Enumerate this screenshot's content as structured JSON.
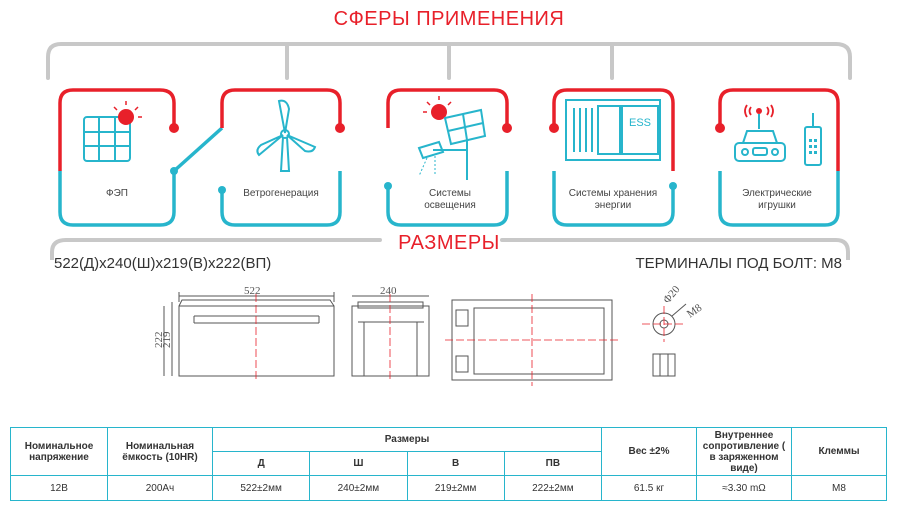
{
  "applications": {
    "title": "СФЕРЫ ПРИМЕНЕНИЯ",
    "items": [
      {
        "label": "ФЭП",
        "icon": "solar-panel-icon"
      },
      {
        "label": "Ветрогенерация",
        "icon": "wind-turbine-icon"
      },
      {
        "label": "Системы освещения",
        "icon": "solar-street-light-icon"
      },
      {
        "label": "Системы хранения энергии",
        "icon": "energy-storage-icon",
        "badge": "ESS"
      },
      {
        "label": "Электрические игрушки",
        "icon": "rc-toy-car-icon"
      }
    ]
  },
  "dimensions": {
    "title": "РАЗМЕРЫ",
    "size_text": "522(Д)x240(Ш)x219(В)x222(ВП)",
    "terminal_text": "ТЕРМИНАЛЫ ПОД БОЛТ: M8",
    "drawing": {
      "length": "522",
      "width": "240",
      "height": "219",
      "total_height": "222",
      "terminal_diameter": "Φ20",
      "terminal_thread": "M8"
    }
  },
  "spec_table": {
    "headers": {
      "voltage": "Номинальное напряжение",
      "capacity": "Номинальная ёмкость (10HR)",
      "dimensions": "Размеры",
      "length": "Д",
      "width": "Ш",
      "height": "В",
      "total_height": "ПВ",
      "weight": "Вес ±2%",
      "resistance": "Внутреннее сопротивление ( в заряженном виде)",
      "terminals": "Клеммы"
    },
    "row": {
      "voltage": "12В",
      "capacity": "200Ач",
      "length": "522±2мм",
      "width": "240±2мм",
      "height": "219±2мм",
      "total_height": "222±2мм",
      "weight": "61.5 кг",
      "resistance": "≈3.30 mΩ",
      "terminals": "M8"
    }
  },
  "colors": {
    "accent_red": "#e8202a",
    "accent_cyan": "#27b5cc",
    "frame_grey": "#c8c8c8"
  }
}
